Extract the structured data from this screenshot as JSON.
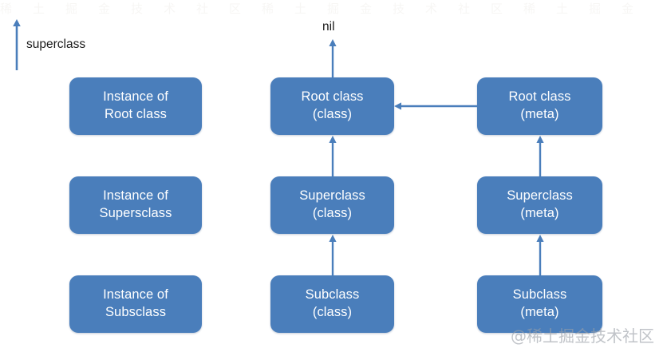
{
  "diagram": {
    "title_legend": "superclass",
    "nil_label": "nil",
    "watermark": "@稀土掘金技术社区",
    "watermark_band": "稀土掘金技术社区稀土掘金技术社区稀土掘金",
    "colors": {
      "node_fill": "#4a7ebb",
      "node_text": "#ffffff",
      "arrow": "#4a7ebb",
      "background": "#ffffff",
      "plain_text": "#1a1a1a"
    },
    "columns": [
      {
        "name": "instances"
      },
      {
        "name": "classes"
      },
      {
        "name": "metaclasses"
      }
    ],
    "nodes": [
      {
        "id": "instance-root",
        "line1": "Instance of",
        "line2": "Root class",
        "column": "instances",
        "row": "top"
      },
      {
        "id": "instance-super",
        "line1": "Instance of",
        "line2": "Supersclass",
        "column": "instances",
        "row": "middle"
      },
      {
        "id": "instance-sub",
        "line1": "Instance of",
        "line2": "Subsclass",
        "column": "instances",
        "row": "bottom"
      },
      {
        "id": "root-class",
        "line1": "Root class",
        "line2": "(class)",
        "column": "classes",
        "row": "top"
      },
      {
        "id": "superclass-class",
        "line1": "Superclass",
        "line2": "(class)",
        "column": "classes",
        "row": "middle"
      },
      {
        "id": "subclass-class",
        "line1": "Subclass",
        "line2": "(class)",
        "column": "classes",
        "row": "bottom"
      },
      {
        "id": "root-meta",
        "line1": "Root class",
        "line2": "(meta)",
        "column": "metaclasses",
        "row": "top"
      },
      {
        "id": "superclass-meta",
        "line1": "Superclass",
        "line2": "(meta)",
        "column": "metaclasses",
        "row": "middle"
      },
      {
        "id": "subclass-meta",
        "line1": "Subclass",
        "line2": "(meta)",
        "column": "metaclasses",
        "row": "bottom"
      }
    ],
    "edges": [
      {
        "id": "edge-root-class-to-nil",
        "from": "root-class",
        "to": "nil",
        "direction": "up"
      },
      {
        "id": "edge-superclass-to-root",
        "from": "superclass-class",
        "to": "root-class",
        "direction": "up"
      },
      {
        "id": "edge-subclass-to-superclass",
        "from": "subclass-class",
        "to": "superclass-class",
        "direction": "up"
      },
      {
        "id": "edge-superclass-meta-to-root-meta",
        "from": "superclass-meta",
        "to": "root-meta",
        "direction": "up"
      },
      {
        "id": "edge-subclass-meta-to-superclass-meta",
        "from": "subclass-meta",
        "to": "superclass-meta",
        "direction": "up"
      },
      {
        "id": "edge-root-meta-to-root-class",
        "from": "root-meta",
        "to": "root-class",
        "direction": "left"
      },
      {
        "id": "edge-legend",
        "from": "legend",
        "to": "legend",
        "direction": "up"
      }
    ]
  }
}
